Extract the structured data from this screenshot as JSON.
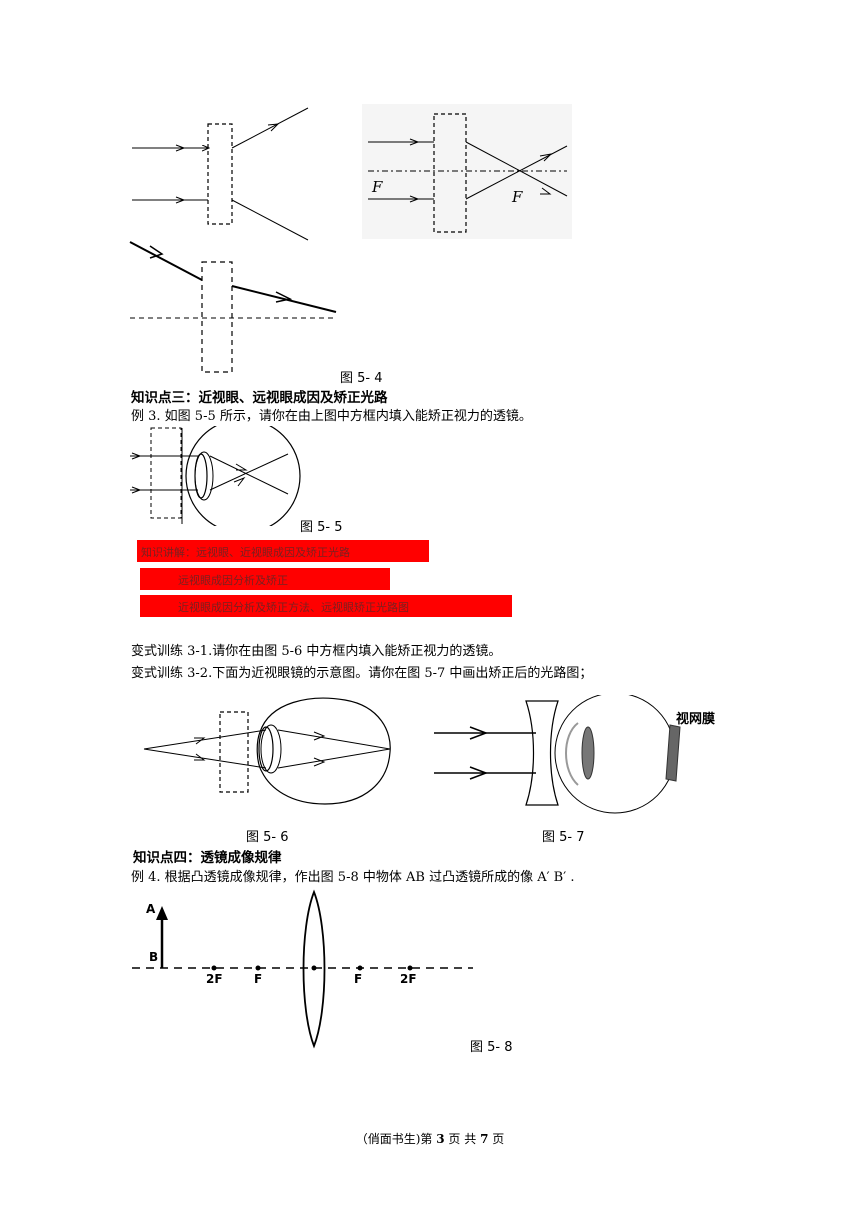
{
  "figures": {
    "fig54_caption": "图 5- 4",
    "fig55_caption": "图 5- 5",
    "fig56_caption": "图 5- 6",
    "fig57_caption": "图 5- 7",
    "fig58_caption": "图 5- 8",
    "focus_label": "F",
    "retina_label": "视网膜",
    "point_a": "A",
    "point_b": "B",
    "label_2f": "2F",
    "label_f": "F"
  },
  "section3": {
    "heading": "知识点三：近视眼、远视眼成因及矫正光路",
    "example": "例 3. 如图 5-5 所示，请你在由上图中方框内填入能矫正视力的透镜。",
    "red_notes": [
      "知识讲解：远视眼、近视眼成因及矫正光路",
      "远视眼成因分析及矫正",
      "近视眼成因分析及矫正方法、远视眼矫正光路图"
    ]
  },
  "exercises": {
    "ex31": "变式训练 3-1.请你在由图 5-6 中方框内填入能矫正视力的透镜。",
    "ex32": "变式训练 3-2.下面为近视眼镜的示意图。请你在图 5-7 中画出矫正后的光路图；"
  },
  "section4": {
    "heading": "知识点四：透镜成像规律",
    "example": "例 4. 根据凸透镜成像规律，作出图 5-8 中物体 AB 过凸透镜所成的像 A′ B′ ."
  },
  "footer": {
    "prefix": "（俏面书生)第",
    "page": "3",
    "middle": "页 共",
    "total": "7",
    "suffix": "页"
  }
}
